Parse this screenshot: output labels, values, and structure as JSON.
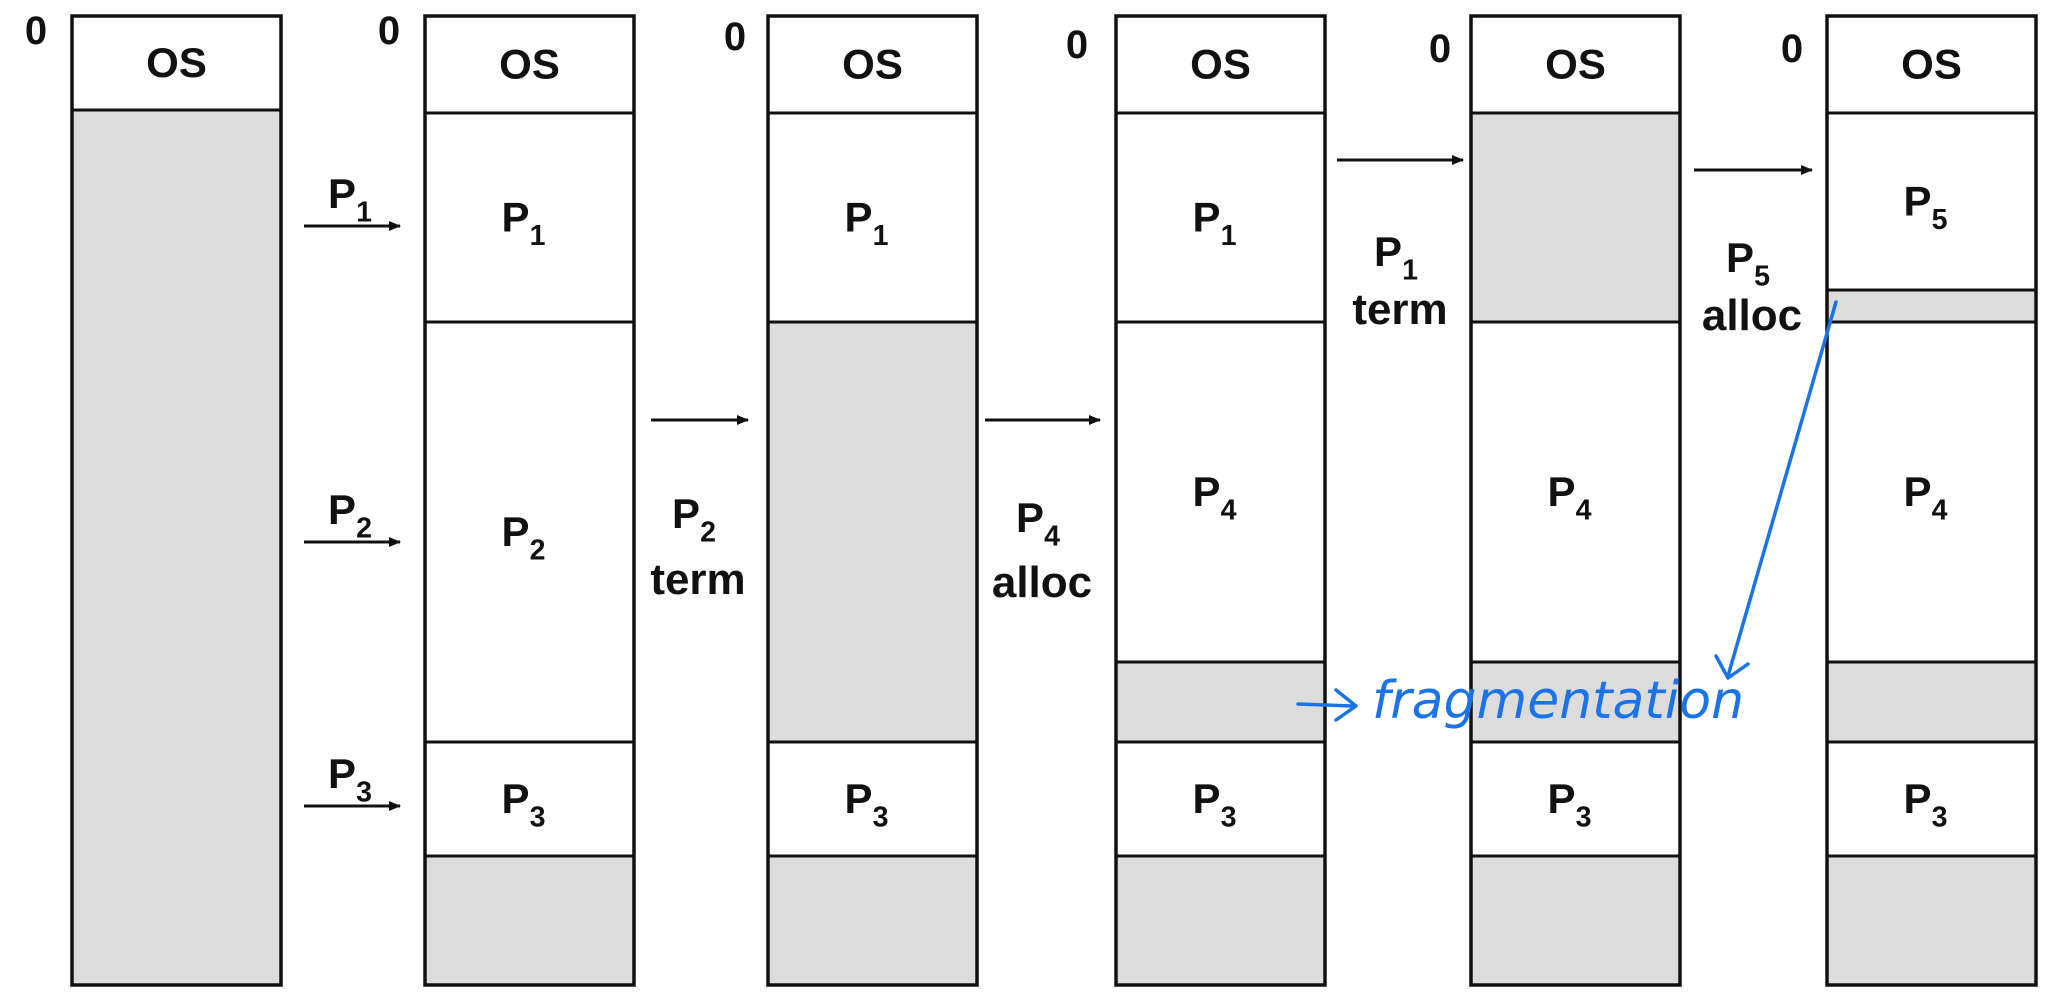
{
  "colors": {
    "stroke": "#111111",
    "free": "#dcdcdc",
    "used": "#ffffff",
    "annotation": "#1a73e8"
  },
  "stages": [
    {
      "origin": "0",
      "blocks": [
        {
          "label": "OS",
          "sub": "",
          "free": false
        },
        {
          "label": "",
          "sub": "",
          "free": true
        }
      ]
    },
    {
      "origin": "0",
      "blocks": [
        {
          "label": "OS",
          "sub": "",
          "free": false
        },
        {
          "label": "P",
          "sub": "1",
          "free": false
        },
        {
          "label": "P",
          "sub": "2",
          "free": false
        },
        {
          "label": "P",
          "sub": "3",
          "free": false
        },
        {
          "label": "",
          "sub": "",
          "free": true
        }
      ]
    },
    {
      "origin": "0",
      "blocks": [
        {
          "label": "OS",
          "sub": "",
          "free": false
        },
        {
          "label": "P",
          "sub": "1",
          "free": false
        },
        {
          "label": "",
          "sub": "",
          "free": true
        },
        {
          "label": "P",
          "sub": "3",
          "free": false
        },
        {
          "label": "",
          "sub": "",
          "free": true
        }
      ]
    },
    {
      "origin": "0",
      "blocks": [
        {
          "label": "OS",
          "sub": "",
          "free": false
        },
        {
          "label": "P",
          "sub": "1",
          "free": false
        },
        {
          "label": "P",
          "sub": "4",
          "free": false
        },
        {
          "label": "",
          "sub": "",
          "free": true
        },
        {
          "label": "P",
          "sub": "3",
          "free": false
        },
        {
          "label": "",
          "sub": "",
          "free": true
        }
      ]
    },
    {
      "origin": "0",
      "blocks": [
        {
          "label": "OS",
          "sub": "",
          "free": false
        },
        {
          "label": "",
          "sub": "",
          "free": true
        },
        {
          "label": "P",
          "sub": "4",
          "free": false
        },
        {
          "label": "",
          "sub": "",
          "free": true
        },
        {
          "label": "P",
          "sub": "3",
          "free": false
        },
        {
          "label": "",
          "sub": "",
          "free": true
        }
      ]
    },
    {
      "origin": "0",
      "blocks": [
        {
          "label": "OS",
          "sub": "",
          "free": false
        },
        {
          "label": "P",
          "sub": "5",
          "free": false
        },
        {
          "label": "",
          "sub": "",
          "free": true
        },
        {
          "label": "P",
          "sub": "4",
          "free": false
        },
        {
          "label": "",
          "sub": "",
          "free": true
        },
        {
          "label": "P",
          "sub": "3",
          "free": false
        },
        {
          "label": "",
          "sub": "",
          "free": true
        }
      ]
    }
  ],
  "arrivals": [
    {
      "label": "P",
      "sub": "1"
    },
    {
      "label": "P",
      "sub": "2"
    },
    {
      "label": "P",
      "sub": "3"
    }
  ],
  "transitions": [
    {
      "label": "P",
      "sub": "2",
      "action": "term"
    },
    {
      "label": "P",
      "sub": "4",
      "action": "alloc"
    },
    {
      "label": "P",
      "sub": "1",
      "action": "term"
    },
    {
      "label": "P",
      "sub": "5",
      "action": "alloc"
    }
  ],
  "annotation": {
    "text": "fragmentation"
  }
}
